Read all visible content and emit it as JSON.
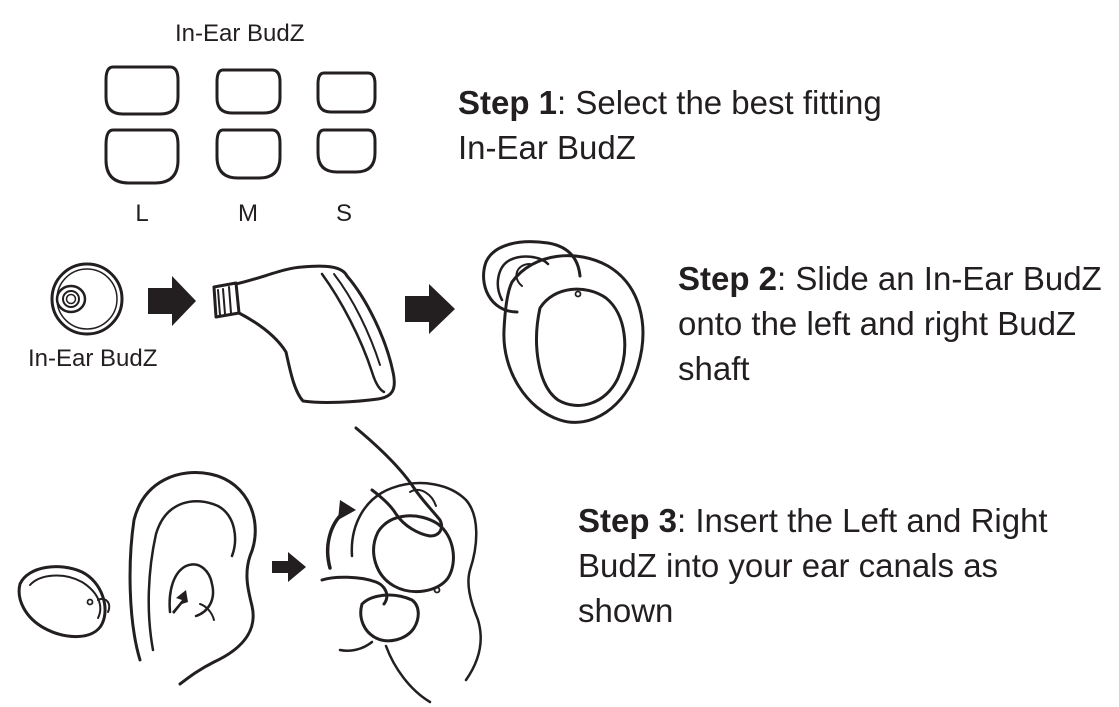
{
  "step1": {
    "number_label": "Step 1",
    "text_line1": ": Select the best fitting",
    "text_line2": "In-Ear BudZ"
  },
  "step2": {
    "number_label": "Step 2",
    "text_line1": ": Slide an In-Ear BudZ",
    "text_line2": "onto the left and right BudZ",
    "text_line3": "shaft"
  },
  "step3": {
    "number_label": "Step 3",
    "text_line1": ": Insert the Left and Right",
    "text_line2": "BudZ into your ear canals as",
    "text_line3": "shown"
  },
  "labels": {
    "eartips_title": "In-Ear BudZ",
    "eartip_caption": "In-Ear BudZ",
    "sizes": [
      "L",
      "M",
      "S"
    ]
  }
}
